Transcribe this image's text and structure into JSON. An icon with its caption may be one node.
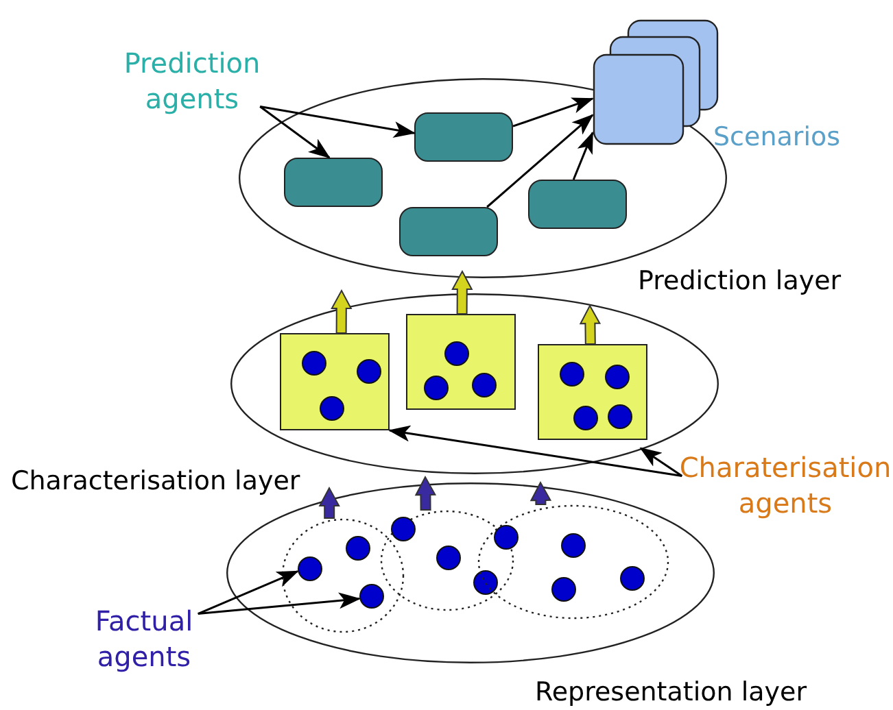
{
  "diagram": {
    "nodes": [
      {
        "text": [
          "Prediction agents"
        ]
      },
      {
        "text": [],
        "shape": "ellipse",
        "beside": [
          "Prediction layer"
        ]
      },
      {
        "text": [],
        "shape": "box",
        "in": 1
      },
      {
        "text": [],
        "shape": "box",
        "in": 1
      },
      {
        "text": [],
        "shape": "box",
        "in": 1
      },
      {
        "text": [],
        "shape": "box",
        "in": 1
      },
      {
        "text": [],
        "shape": "stack",
        "beside": [
          "Scenarios"
        ]
      },
      {
        "text": [],
        "shape": "ellipse",
        "beside": [
          "Characterisation layer"
        ]
      },
      {
        "text": [],
        "shape": "box",
        "in": 7
      },
      {
        "text": [],
        "shape": "box",
        "in": 7
      },
      {
        "text": [],
        "shape": "box",
        "in": 7
      },
      {
        "text": [
          "Charaterisation agents"
        ]
      },
      {
        "text": [],
        "shape": "ellipse",
        "beside": [
          "Representation layer"
        ]
      },
      {
        "text": [],
        "shape": "cloud",
        "in": 12
      },
      {
        "text": [],
        "shape": "circle",
        "in": 13
      },
      {
        "text": [],
        "shape": "circle",
        "in": 13
      },
      {
        "text": [],
        "shape": "cloud",
        "in": 12
      },
      {
        "text": [],
        "shape": "cloud",
        "in": 12
      },
      {
        "text": [
          "Factual agents"
        ]
      },
      {
        "text": [],
        "shape": "circle",
        "in": 13
      }
    ],
    "edges": [
      {
        "from": 0,
        "to": 2,
        "arrow": "to"
      },
      {
        "from": 0,
        "to": 3,
        "arrow": "to"
      },
      {
        "from": 3,
        "to": 6,
        "arrow": "to"
      },
      {
        "from": 4,
        "to": 6,
        "arrow": "to"
      },
      {
        "from": 5,
        "to": 6,
        "arrow": "to"
      },
      {
        "from": 8,
        "to": null,
        "arrow": "to",
        "style": "thick",
        "color": "#d4d41e"
      },
      {
        "from": 9,
        "to": null,
        "arrow": "to",
        "style": "thick",
        "color": "#d4d41e"
      },
      {
        "from": 10,
        "to": null,
        "arrow": "to",
        "style": "thick",
        "color": "#d4d41e"
      },
      {
        "from": 11,
        "to": 8,
        "arrow": "to"
      },
      {
        "from": 11,
        "to": 7,
        "arrow": "to"
      },
      {
        "from": 13,
        "to": null,
        "arrow": "to",
        "style": "thick",
        "color": "#3a2aa0"
      },
      {
        "from": 16,
        "to": null,
        "arrow": "to",
        "style": "thick",
        "color": "#3a2aa0"
      },
      {
        "from": 17,
        "to": null,
        "arrow": "to",
        "style": "thick",
        "color": "#3a2aa0"
      },
      {
        "from": 18,
        "to": 14,
        "arrow": "to"
      },
      {
        "from": 18,
        "to": 15,
        "arrow": "to"
      }
    ]
  }
}
